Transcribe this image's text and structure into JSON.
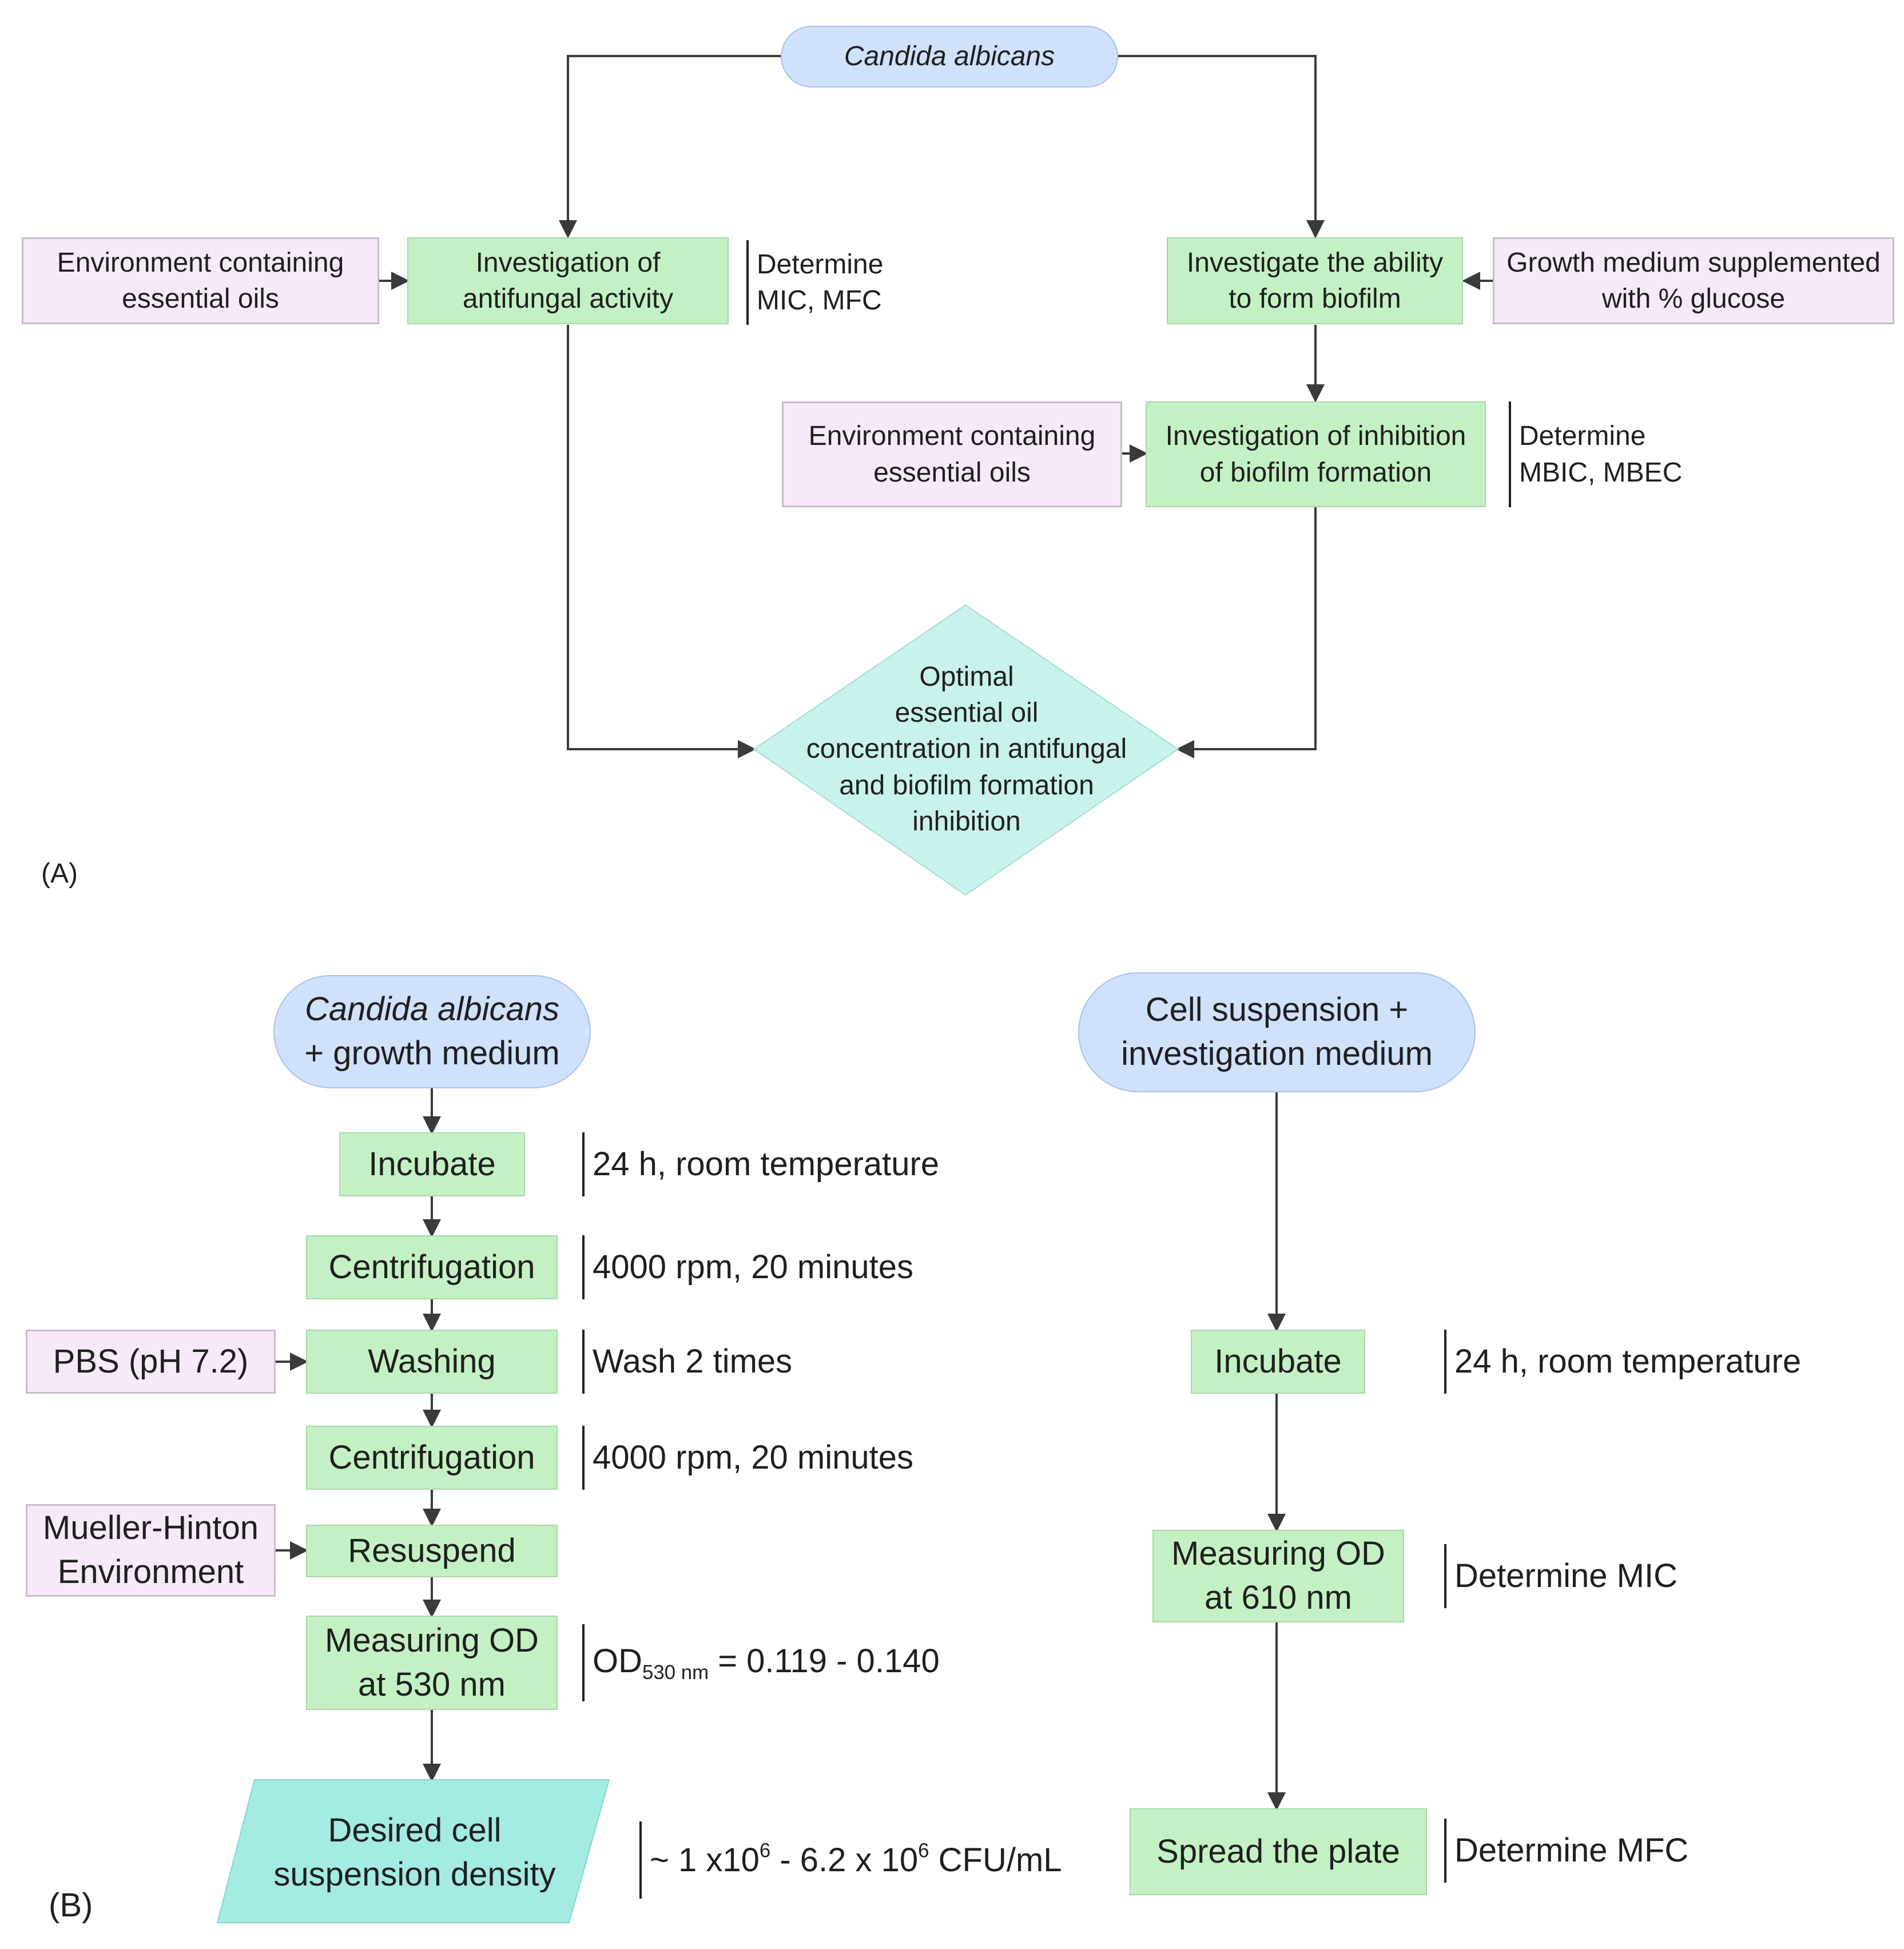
{
  "panel_a": {
    "label": "(A)",
    "root": "Candida albicans",
    "env_oils_left": "Environment containing essential oils",
    "antifungal": "Investigation of antifungal activity",
    "det_mic_mfc": [
      "Determine",
      "MIC, MFC"
    ],
    "biofilm_ability": "Investigate the ability to form biofilm",
    "growth_medium": "Growth medium supplemented with % glucose",
    "env_oils_mid": "Environment containing essential oils",
    "inhibition": "Investigation of inhibition of biofilm formation",
    "det_mbic_mbec": [
      "Determine",
      "MBIC, MBEC"
    ],
    "optimal": [
      "Optimal",
      "essential oil",
      "concentration in antifungal",
      "and biofilm formation",
      "inhibition"
    ]
  },
  "panel_b": {
    "label": "(B)",
    "left": {
      "start": [
        "Candida albicans",
        "+ growth medium"
      ],
      "incubate": "Incubate",
      "incubate_note": "24 h, room temperature",
      "centrifugation1": "Centrifugation",
      "centrifugation1_note": "4000 rpm, 20 minutes",
      "pbs": "PBS (pH 7.2)",
      "washing": "Washing",
      "washing_note": "Wash 2 times",
      "centrifugation2": "Centrifugation",
      "centrifugation2_note": "4000 rpm, 20 minutes",
      "mueller": [
        "Mueller-Hinton",
        "Environment"
      ],
      "resuspend": "Resuspend",
      "measure": [
        "Measuring OD",
        "at 530 nm"
      ],
      "od_note": {
        "prefix": "OD",
        "sub": "530 nm",
        "rest": " = 0.119 - 0.140"
      },
      "density": [
        "Desired cell",
        "suspension density"
      ],
      "density_note": {
        "a": "~ 1 x10",
        "a_sup": "6",
        "b": " - 6.2 x 10",
        "b_sup": "6",
        "c": " CFU/mL"
      }
    },
    "right": {
      "start": [
        "Cell suspension +",
        "investigation medium"
      ],
      "incubate": "Incubate",
      "incubate_note": "24 h, room temperature",
      "measure": [
        "Measuring OD",
        "at 610 nm"
      ],
      "measure_note": "Determine MIC",
      "spread": "Spread the plate",
      "spread_note": "Determine MFC"
    }
  },
  "colors": {
    "process_fill": "#c4f1c4",
    "input_fill": "#f6eaf8",
    "terminal_fill": "#cfe1fb",
    "decision_fill": "#c8f2ec",
    "data_fill": "#a3ebe3",
    "connector": "#3a3a3a"
  }
}
